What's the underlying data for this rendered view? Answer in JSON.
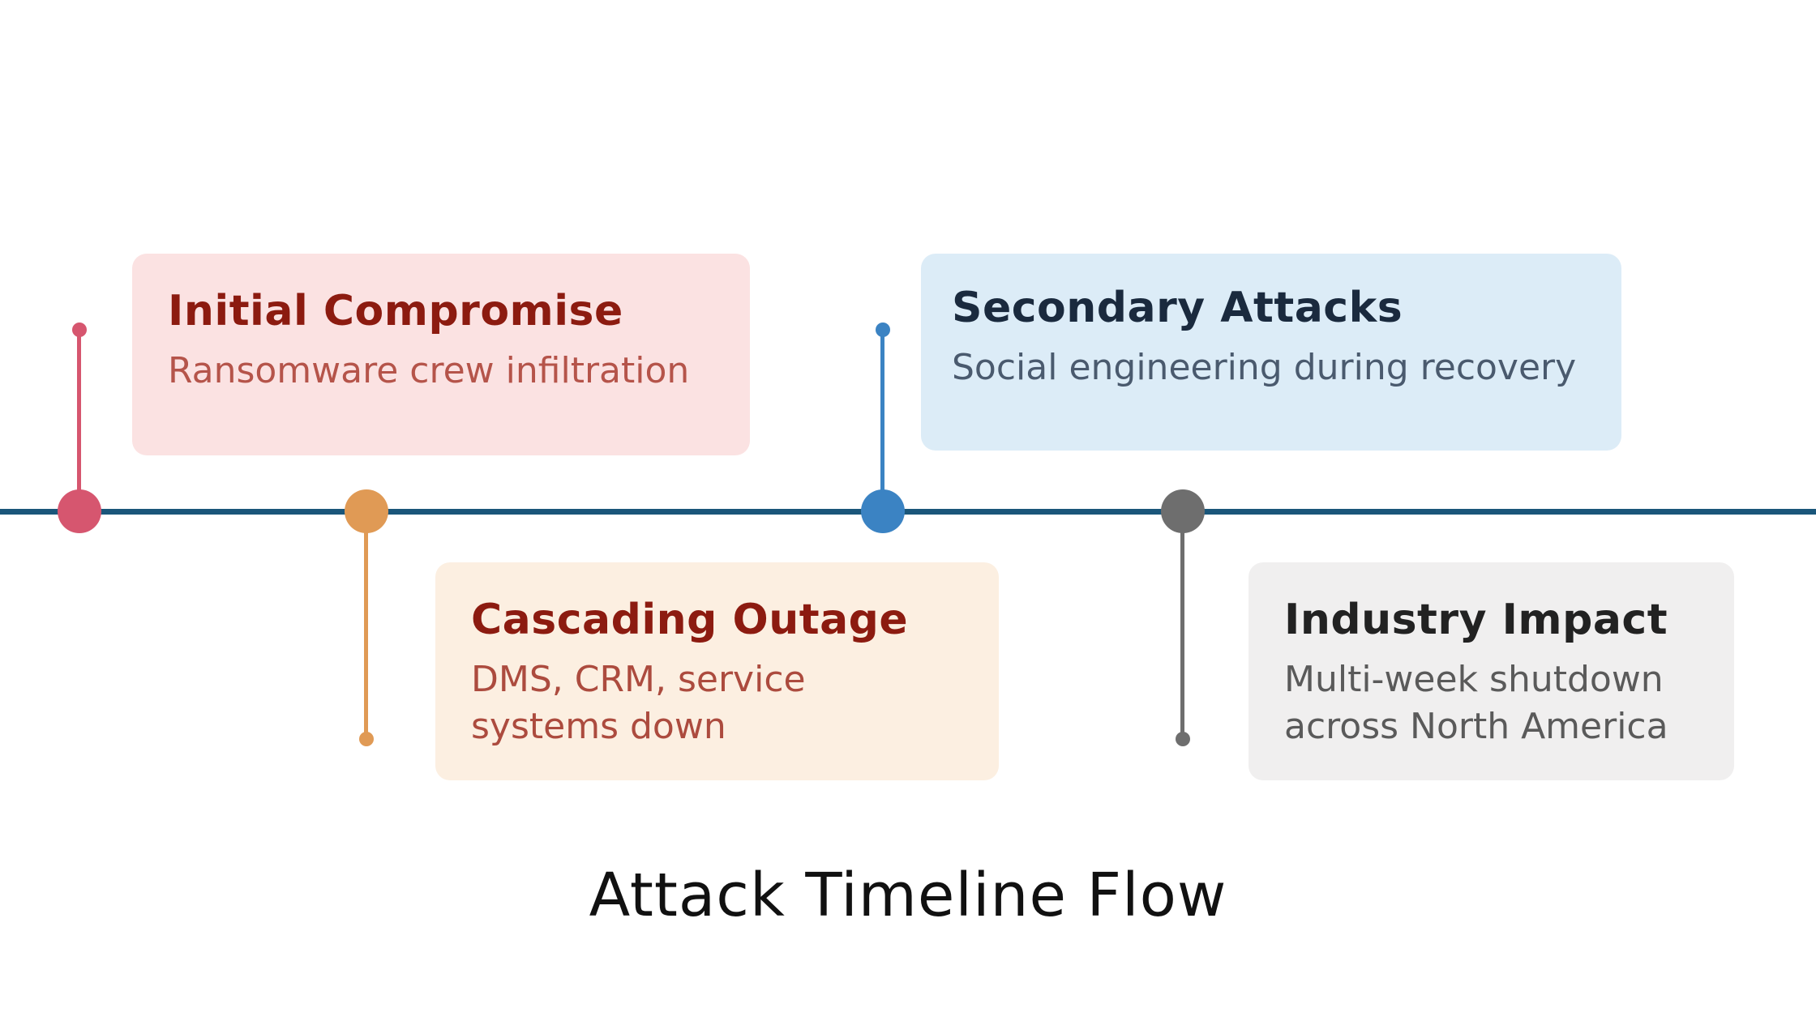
{
  "diagram": {
    "title": "Attack Timeline Flow",
    "timeline_color": "#1A567A",
    "events": [
      {
        "title": "Initial Compromise",
        "description": "Ransomware crew infiltration",
        "position": "above",
        "colors": {
          "marker": "#D6566F",
          "card_bg": "#FBE2E2",
          "title": "#8C1B10",
          "description": "#B5544A"
        }
      },
      {
        "title": "Cascading Outage",
        "description": "DMS, CRM, service systems down",
        "position": "below",
        "colors": {
          "marker": "#E09A55",
          "card_bg": "#FCEFE1",
          "title": "#8C1B10",
          "description": "#AC4B3E"
        }
      },
      {
        "title": "Secondary Attacks",
        "description": "Social engineering during recovery",
        "position": "above",
        "colors": {
          "marker": "#3B83C3",
          "card_bg": "#DCECF7",
          "title": "#1A2A3E",
          "description": "#4A5A6E"
        }
      },
      {
        "title": "Industry Impact",
        "description": "Multi-week shutdown across North America",
        "position": "below",
        "colors": {
          "marker": "#6E6E6E",
          "card_bg": "#F0EFEF",
          "title": "#222222",
          "description": "#5A5A5A"
        }
      }
    ]
  }
}
